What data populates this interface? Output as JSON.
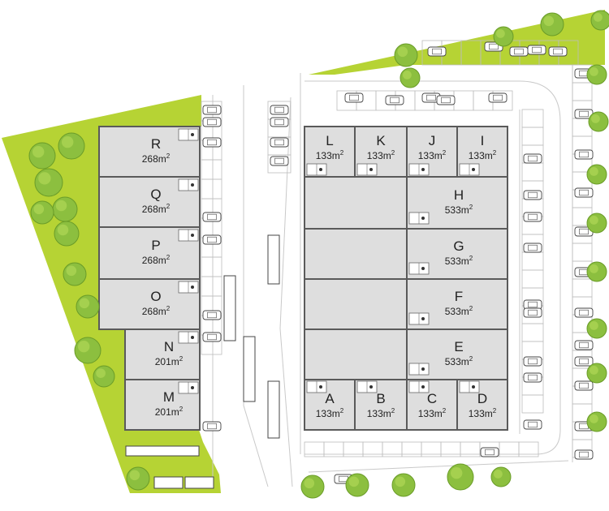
{
  "colors": {
    "green": "#b6d334",
    "tree": "#8cbf3f",
    "unit_fill": "#dedede",
    "wall": "#5a5a5a",
    "road_line": "#c9c9c9",
    "parking_line": "#bdbdbd"
  },
  "area_unit": "m",
  "area_power": "2",
  "units": [
    {
      "id": "R",
      "letter": "R",
      "area": "268"
    },
    {
      "id": "Q",
      "letter": "Q",
      "area": "268"
    },
    {
      "id": "P",
      "letter": "P",
      "area": "268"
    },
    {
      "id": "O",
      "letter": "O",
      "area": "268"
    },
    {
      "id": "N",
      "letter": "N",
      "area": "201"
    },
    {
      "id": "M",
      "letter": "M",
      "area": "201"
    },
    {
      "id": "L",
      "letter": "L",
      "area": "133"
    },
    {
      "id": "K",
      "letter": "K",
      "area": "133"
    },
    {
      "id": "J",
      "letter": "J",
      "area": "133"
    },
    {
      "id": "I",
      "letter": "I",
      "area": "133"
    },
    {
      "id": "H",
      "letter": "H",
      "area": "533"
    },
    {
      "id": "G",
      "letter": "G",
      "area": "533"
    },
    {
      "id": "F",
      "letter": "F",
      "area": "533"
    },
    {
      "id": "E",
      "letter": "E",
      "area": "533"
    },
    {
      "id": "A",
      "letter": "A",
      "area": "133"
    },
    {
      "id": "B",
      "letter": "B",
      "area": "133"
    },
    {
      "id": "C",
      "letter": "C",
      "area": "133"
    },
    {
      "id": "D",
      "letter": "D",
      "area": "133"
    }
  ],
  "icons": {
    "tree": "tree-icon",
    "car": "car-icon",
    "truck": "truck-icon",
    "office_module": "office-module-icon",
    "arrow": "direction-arrow-icon"
  }
}
